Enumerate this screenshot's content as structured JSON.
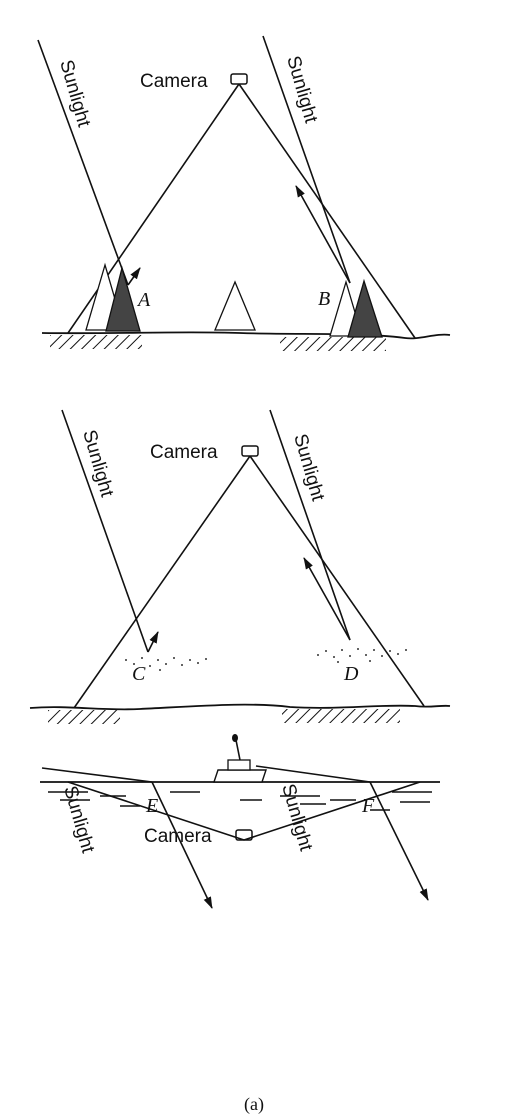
{
  "labels": {
    "camera": "Camera",
    "sunlight": "Sunlight"
  },
  "points": {
    "a": "A",
    "b": "B",
    "c": "C",
    "d": "D",
    "e": "E",
    "f": "F"
  },
  "caption": "(a)"
}
